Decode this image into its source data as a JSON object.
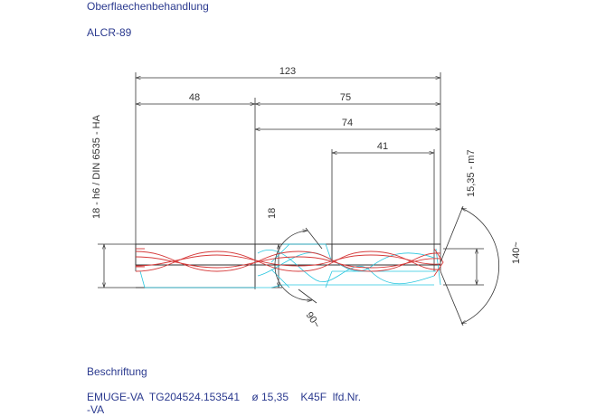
{
  "header": {
    "surface_title": "Oberflaechenbehandlung",
    "coating": "ALCR-89"
  },
  "drawing": {
    "dim_overall": "123",
    "dim_shank": "48",
    "dim_flute_total": "75",
    "dim_body": "74",
    "dim_cutting": "41",
    "dim_shank_diameter": "18",
    "shank_spec": "18 - h6 / DIN 6535 - HA",
    "cutting_diameter_spec": "15,35 - m7",
    "point_angle": "140~",
    "helix_angle": "90~"
  },
  "footer": {
    "label_title": "Beschriftung",
    "label_line1": "EMUGE-VA  TG204524.153541    ø 15,35    K45F  lfd.Nr.",
    "label_line2": "-VA"
  },
  "colors": {
    "dimension": "#333333",
    "cutting_edge": "#d63a3a",
    "hidden_geometry": "#28c6df",
    "text": "#2b3a8f"
  }
}
